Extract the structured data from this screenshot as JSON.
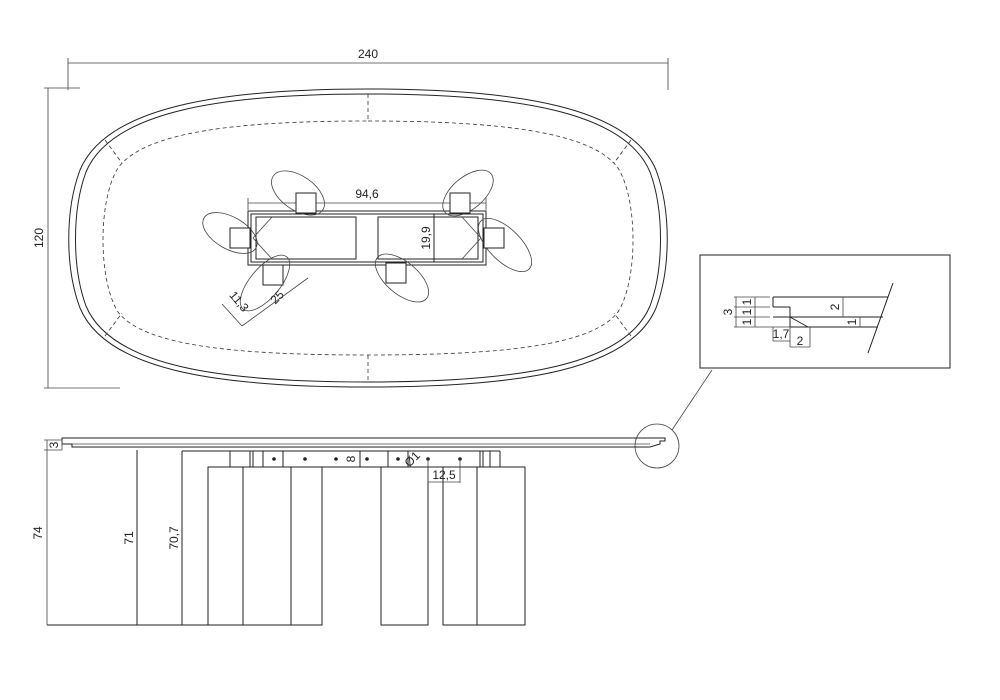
{
  "top_view": {
    "width_label": "240",
    "depth_label": "120",
    "frame_length_label": "94,6",
    "frame_width_label": "19,9",
    "foot_width_label": "11,3",
    "foot_length_label": "25"
  },
  "detail": {
    "total_label": "3",
    "step_labels": [
      "1",
      "1",
      "1"
    ],
    "upper_label": "2",
    "lower_label": "1",
    "offset_label": "1,7",
    "bevel_label": "2"
  },
  "side_view": {
    "top_thickness_label": "3",
    "height_label": "74",
    "underside_label": "71",
    "leg_height_label": "70,7",
    "apron_label": "8",
    "hole_label": "Ø1",
    "hole_spacing_label": "12,5"
  }
}
